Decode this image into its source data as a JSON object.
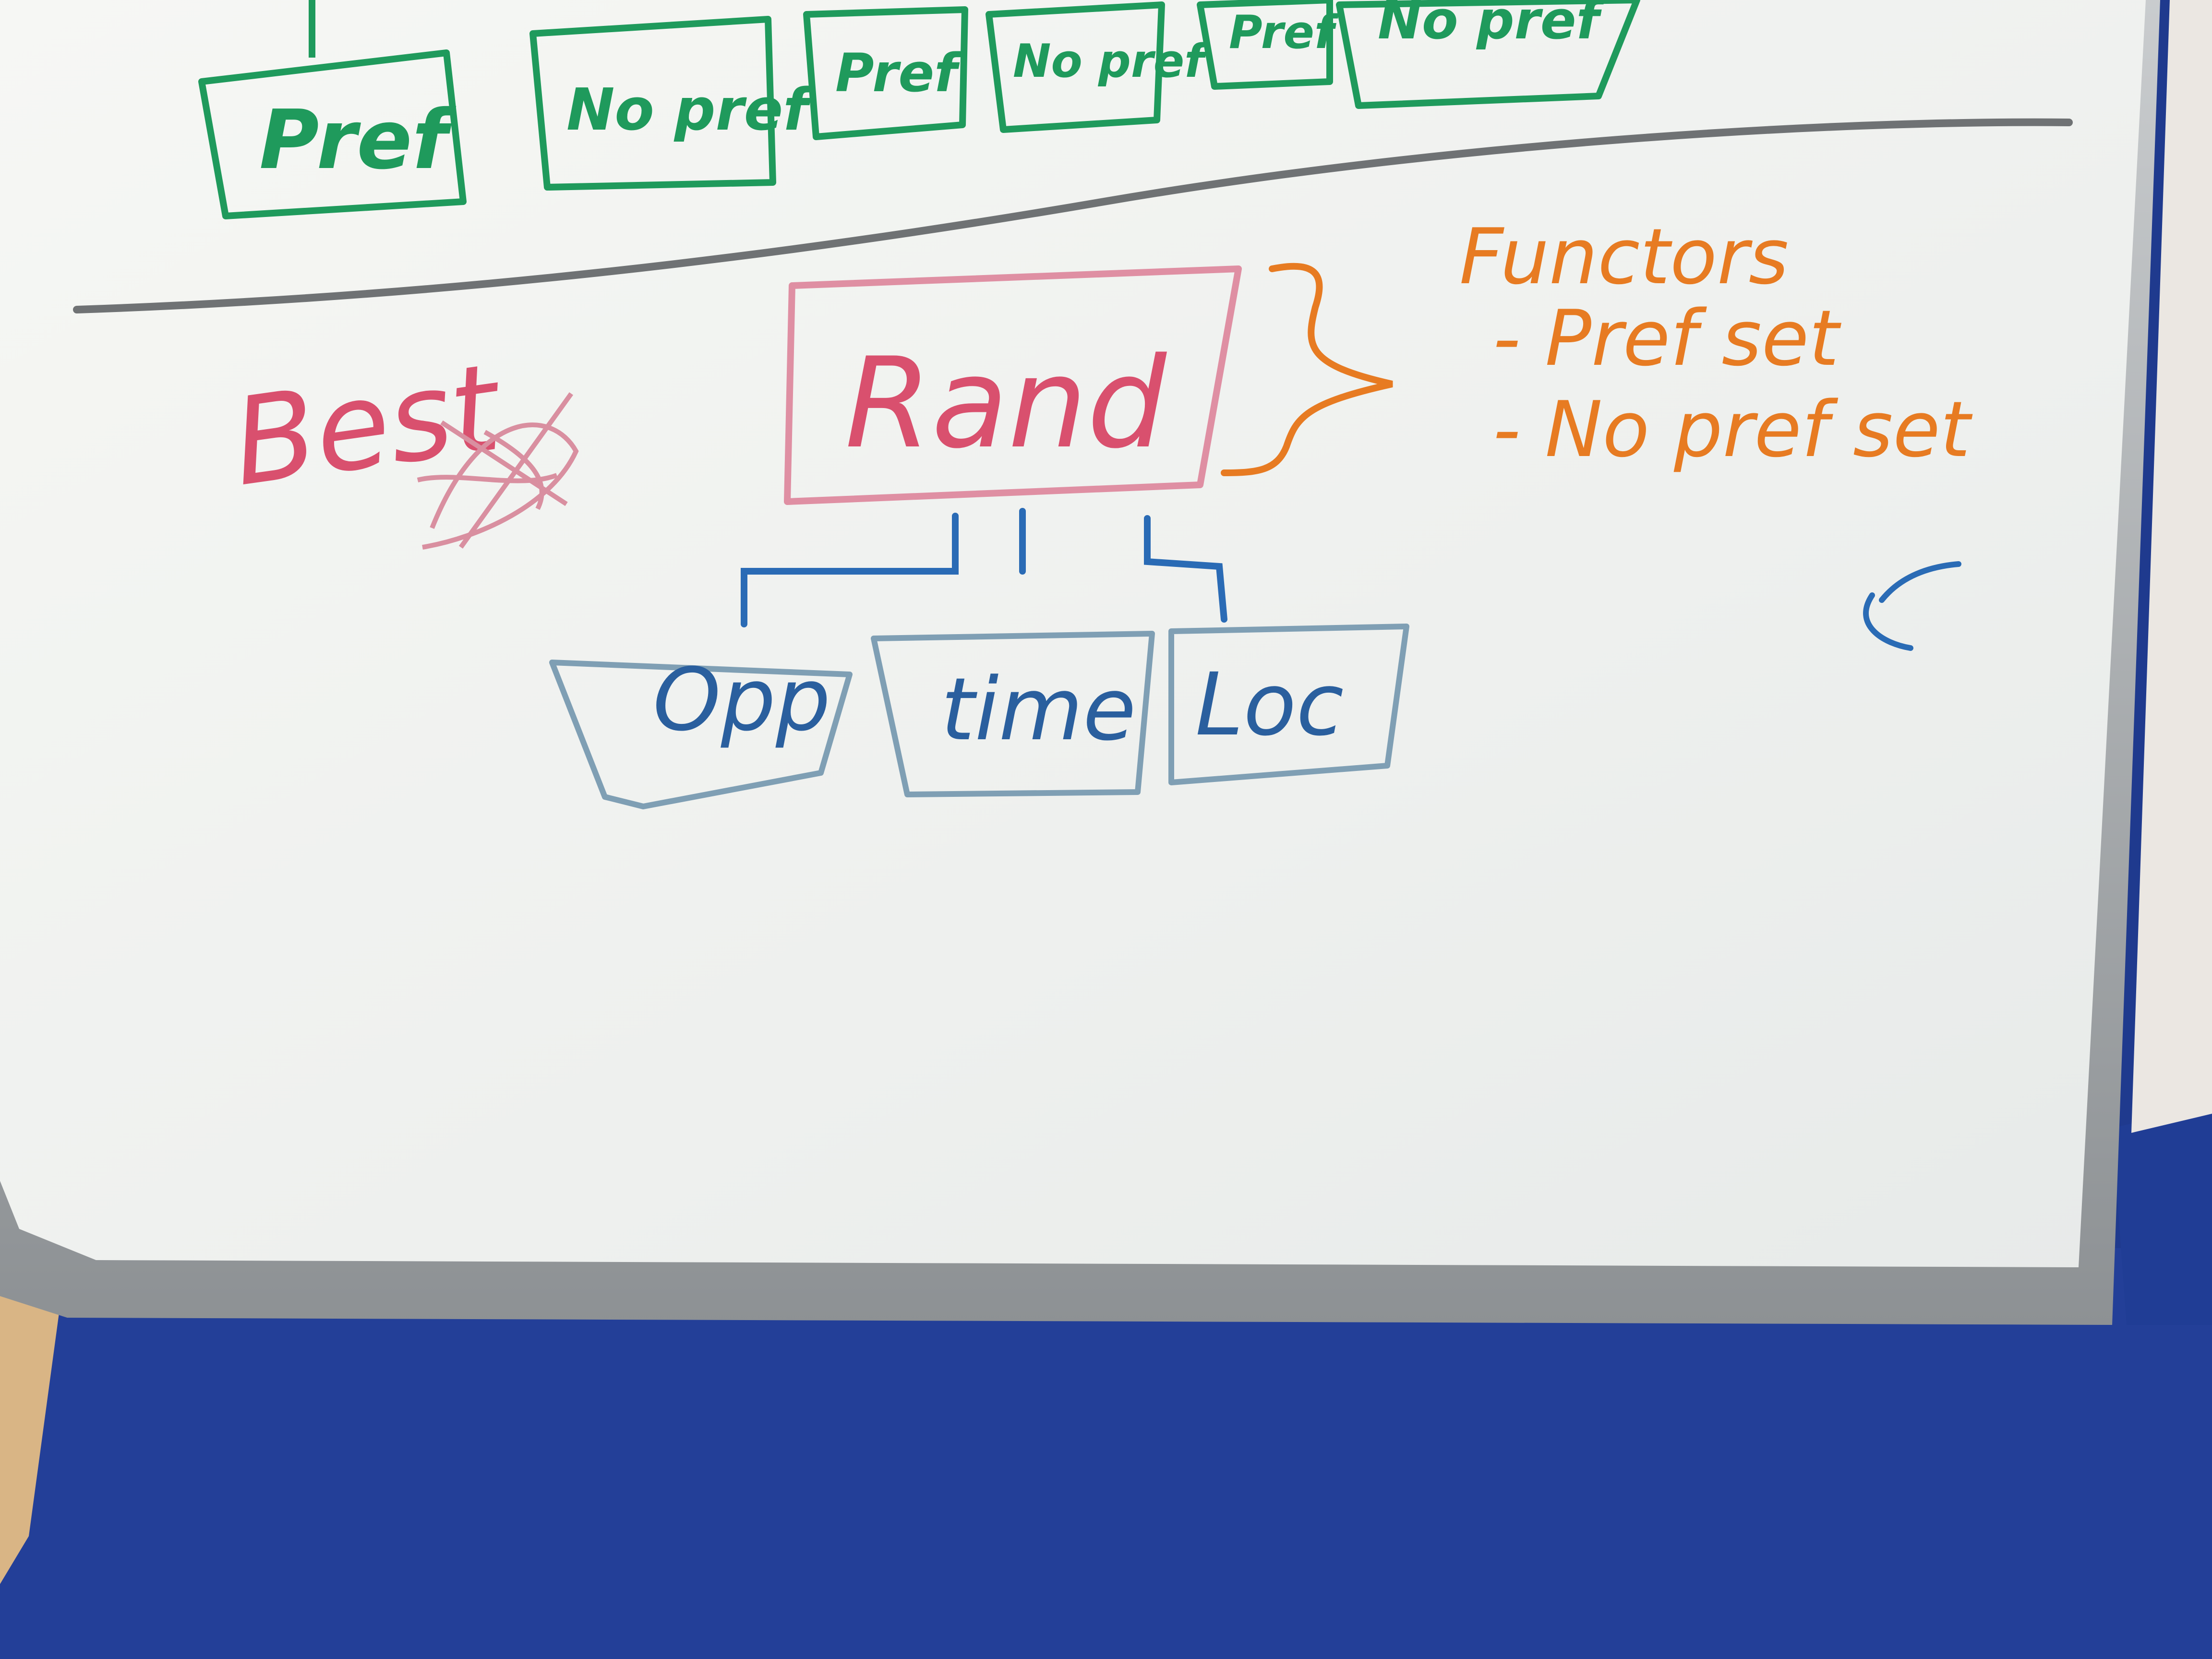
{
  "colors": {
    "green_marker": "#1f9a5c",
    "red_marker": "#d9506e",
    "orange_marker": "#e77b22",
    "blue_marker": "#2a6bb5",
    "board": "#f4f5f2",
    "frame": "#a9adb0",
    "carpet": "#233f98"
  },
  "top_boxes": [
    {
      "label": "Pref"
    },
    {
      "label": "No pref"
    },
    {
      "label": "Pref"
    },
    {
      "label": "No pref"
    },
    {
      "label": "Pref"
    },
    {
      "label": "No pref"
    }
  ],
  "scribble": {
    "label": "Best"
  },
  "root": {
    "label": "Rand"
  },
  "functors": {
    "title": "Functors",
    "items": [
      "- Pref set",
      "- No pref set"
    ]
  },
  "children": [
    {
      "label": "Opp"
    },
    {
      "label": "time"
    },
    {
      "label": "Loc"
    }
  ]
}
